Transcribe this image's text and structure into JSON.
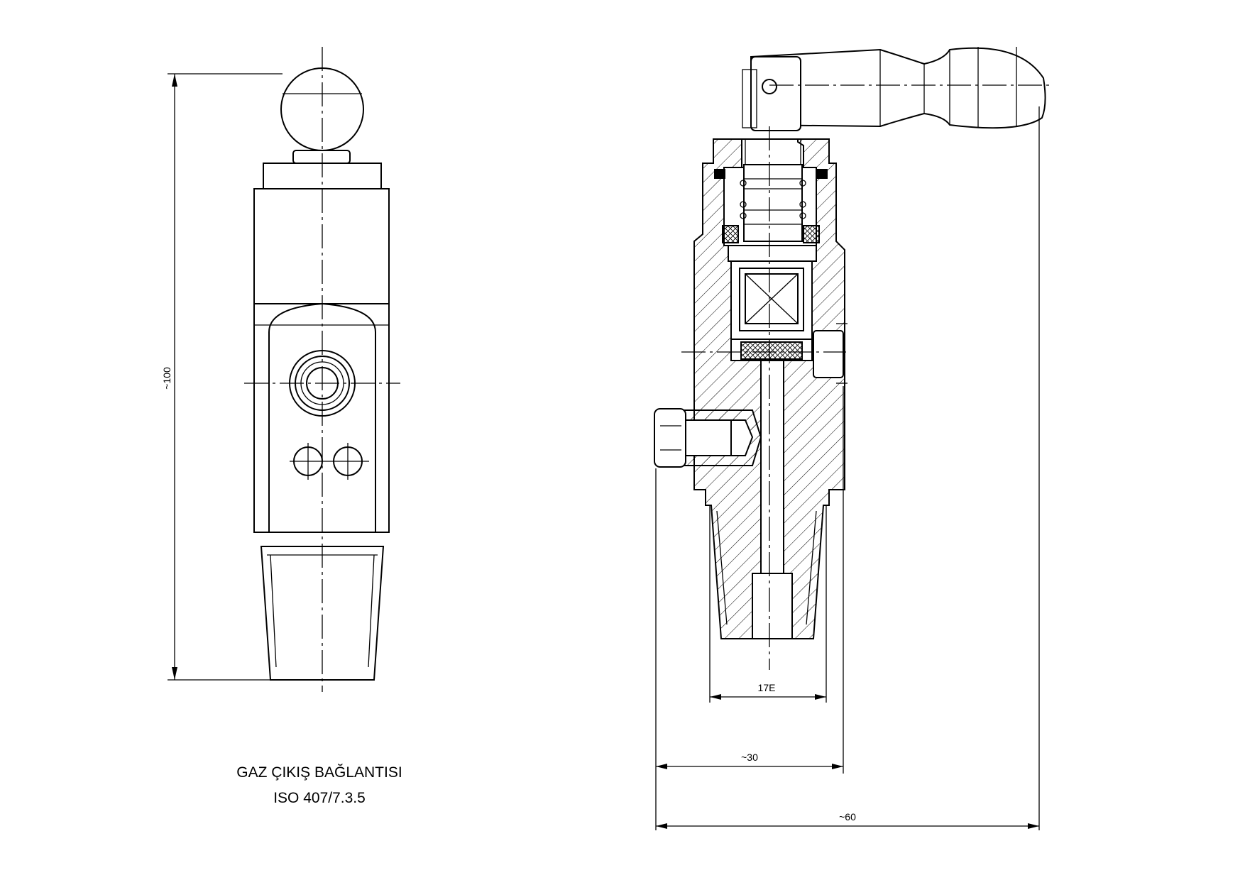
{
  "title": {
    "line1": "GAZ ÇIKIŞ BAĞLANTISI",
    "line2": "ISO 407/7.3.5"
  },
  "dimensions": {
    "height": "~100",
    "outlet": "17E",
    "width_body": "~30",
    "width_total": "~60"
  }
}
